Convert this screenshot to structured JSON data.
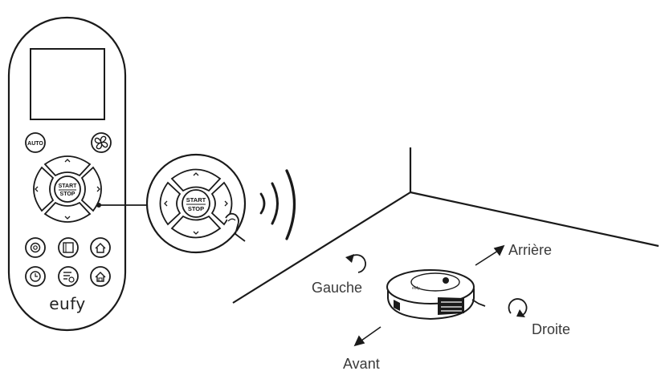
{
  "remote": {
    "auto_label": "AUTO",
    "start_label": "START",
    "stop_label": "STOP",
    "logo": "eufy",
    "icons": [
      "fan-icon",
      "spot-clean-icon",
      "edge-clean-icon",
      "home-icon",
      "schedule-icon",
      "schedule-list-icon",
      "return-home-icon"
    ]
  },
  "zoom": {
    "start_label": "START",
    "stop_label": "STOP"
  },
  "directions": {
    "back": "Arrière",
    "left": "Gauche",
    "right": "Droite",
    "forward": "Avant"
  },
  "colors": {
    "line": "#1a1a1a",
    "background": "#ffffff"
  }
}
